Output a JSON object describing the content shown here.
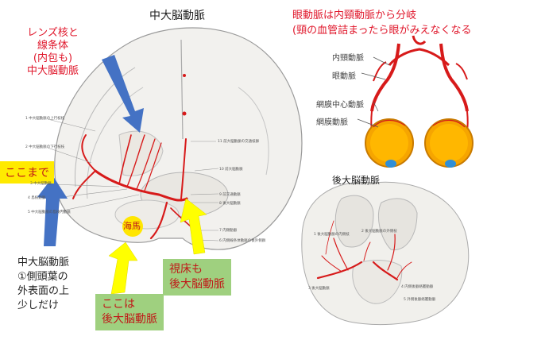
{
  "titles": {
    "mca": "中大脳動脈",
    "pca": "後大脳動脈"
  },
  "ophthalmic_note": {
    "line1": "眼動脈は内頸動脈から分岐",
    "line2": "(頸の血管詰まったら眼がみえなくなる"
  },
  "eye_labels": {
    "ica": "内頸動脈",
    "ophthalmic": "眼動脈",
    "central_retinal": "網膜中心動脈",
    "retinal": "網膜動脈"
  },
  "lentiform_note": [
    "レンズ核と",
    "線条体",
    "(内包も)",
    "中大脳動脈"
  ],
  "callouts": {
    "koko_made": "ここまで",
    "kaiba": "海馬",
    "koko_wa": [
      "ここは",
      "後大脳動脈"
    ],
    "shisho": [
      "視床も",
      "後大脳動脈"
    ]
  },
  "mca_note": [
    "中大脳動脈",
    "①側頭葉の",
    "外表面の上",
    "少しだけ"
  ],
  "figure_labels_left": [
    "1 中大脳動脈の上行枝枝",
    "2 中大脳動脈の下行枝枝",
    "3 中大脳動脈",
    "4 島枝動脈",
    "5 中大脳動脈の島枝内動脈"
  ],
  "figure_labels_right": [
    "11 前大脳動脈の交通枝群",
    "10 前大脳動脈",
    "9 前交通動脈",
    "8 後大脳動脈",
    "7 内頸動脈",
    "6 内側線条体動脈の後外側群"
  ],
  "figure_labels_pca": [
    "1 後大脳動脈の内側枝",
    "2 後大脳動脈の外側枝",
    "3 後大脳動脈",
    "4 内側後脈絡叢動脈",
    "5 外側後脈絡叢動脈"
  ],
  "colors": {
    "artery": "#d71a1a",
    "arrow_blue": "#4472c4",
    "arrow_yellow": "#ffff00",
    "box_yellow": "#ffea00",
    "box_green": "#a9d18e",
    "eye_orange": "#f6a500",
    "eye_blue": "#2f8fd8"
  }
}
